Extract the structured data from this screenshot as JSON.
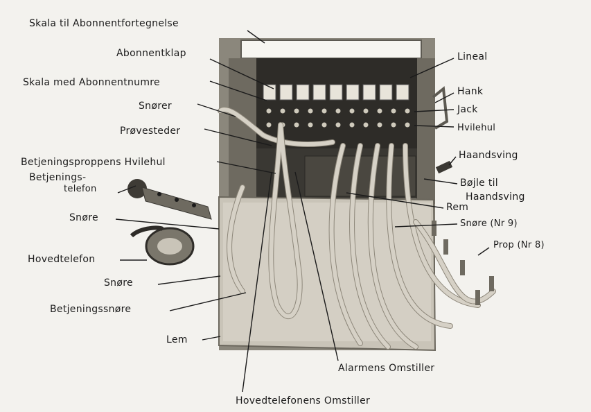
{
  "labels": {
    "skala_fortegnelse": "Skala til Abonnentfortegnelse",
    "abonnentklap": "Abonnentklap",
    "skala_numre": "Skala med Abonnentnumre",
    "snorer": "Snører",
    "provesteder": "Prøvesteder",
    "betjeningsproppens_hvilehul": "Betjeningsproppens Hvilehul",
    "betjeningstelefon_1": "Betjenings-",
    "betjeningstelefon_2": "telefon",
    "snore_1": "Snøre",
    "hovedtelefon": "Hovedtelefon",
    "snore_2": "Snøre",
    "betjeningssnore": "Betjeningssnøre",
    "lem": "Lem",
    "lineal": "Lineal",
    "hank": "Hank",
    "jack": "Jack",
    "hvilehul": "Hvilehul",
    "haandsving": "Haandsving",
    "bojle_1": "Bøjle til",
    "bojle_2": "Haandsving",
    "rem": "Rem",
    "snore_nr9": "Snøre (Nr 9)",
    "prop_nr8": "Prop (Nr 8)",
    "alarmens_omstiller": "Alarmens Omstiller",
    "hovedtelefonens_omstiller": "Hovedtelefonens Omstiller"
  },
  "colors": {
    "background": "#f3f2ee",
    "cabinet_frame": "#5d5a52",
    "cabinet_dark": "#2e2c28",
    "cabinet_light": "#c9c4b8",
    "cord": "#d6d1c6",
    "ink": "#1b1b1b"
  }
}
